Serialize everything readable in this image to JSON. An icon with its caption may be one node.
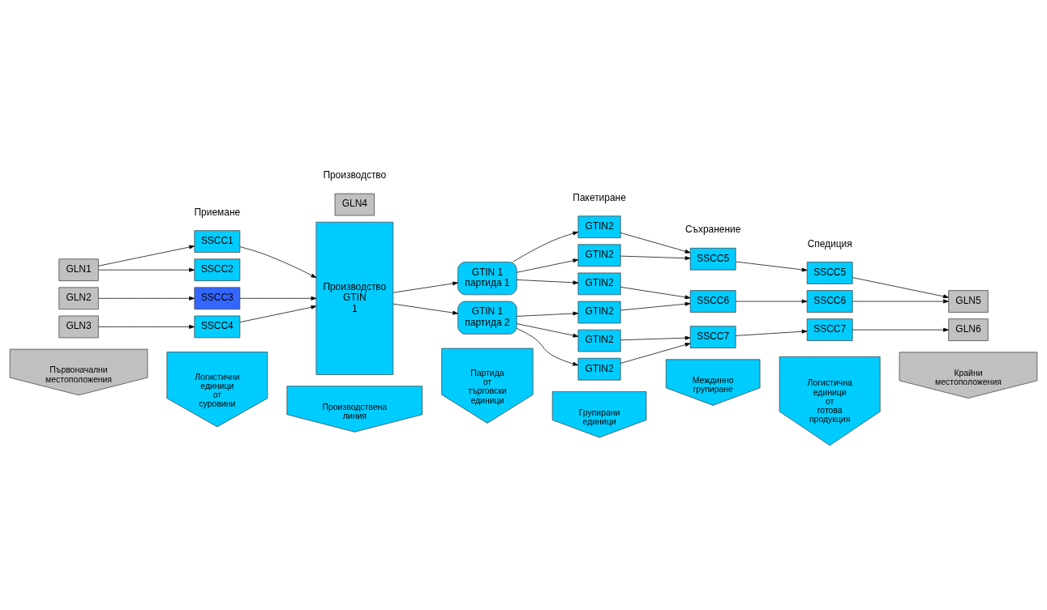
{
  "diagram": {
    "nodes": [
      {
        "text": [
          "GLN1"
        ]
      },
      {
        "text": [
          "SSCC1"
        ]
      },
      {
        "text": [
          "SSCC2"
        ]
      },
      {
        "text": [
          "GLN2"
        ]
      },
      {
        "text": [
          "SSCC3"
        ]
      },
      {
        "text": [
          "GLN3"
        ]
      },
      {
        "text": [
          "SSCC4"
        ]
      },
      {
        "text": [
          "GLN4"
        ]
      },
      {
        "text": [
          "Производство GTIN 1"
        ]
      },
      {
        "text": [
          "GTIN 1 партида 1"
        ]
      },
      {
        "text": [
          "GTIN 1 партида 2"
        ]
      },
      {
        "text": [
          "GTIN2"
        ]
      },
      {
        "text": [
          "GTIN2"
        ]
      },
      {
        "text": [
          "GTIN2"
        ]
      },
      {
        "text": [
          "GTIN2"
        ]
      },
      {
        "text": [
          "GTIN2"
        ]
      },
      {
        "text": [
          "GTIN2"
        ]
      },
      {
        "text": [
          "SSCC5"
        ]
      },
      {
        "text": [
          "SSCC6"
        ]
      },
      {
        "text": [
          "SSCC7"
        ]
      },
      {
        "text": [
          "SSCC5"
        ]
      },
      {
        "text": [
          "SSCC6"
        ]
      },
      {
        "text": [
          "SSCC7"
        ]
      },
      {
        "text": [
          "GLN5"
        ]
      },
      {
        "text": [
          "GLN6"
        ]
      },
      {
        "text": [
          "Първоначални местоположения"
        ]
      },
      {
        "text": [
          "Логистични единици от суровини"
        ]
      },
      {
        "text": [
          "Производствена линия"
        ]
      },
      {
        "text": [
          "Партида от търговски единици"
        ]
      },
      {
        "text": [
          "Групирани единици"
        ]
      },
      {
        "text": [
          "Междинно групиране"
        ]
      },
      {
        "text": [
          "Логистична единици от готова продукция"
        ]
      },
      {
        "text": [
          "Крайни местоположения"
        ]
      }
    ],
    "edges": [
      {
        "from": 0,
        "to": 1,
        "arrow": "to"
      },
      {
        "from": 0,
        "to": 2,
        "arrow": "to"
      },
      {
        "from": 3,
        "to": 4,
        "arrow": "to"
      },
      {
        "from": 5,
        "to": 6,
        "arrow": "to"
      },
      {
        "from": 1,
        "to": 8,
        "arrow": "to"
      },
      {
        "from": 4,
        "to": 8,
        "arrow": "to"
      },
      {
        "from": 6,
        "to": 8,
        "arrow": "to"
      },
      {
        "from": 8,
        "to": 9,
        "arrow": "to"
      },
      {
        "from": 8,
        "to": 10,
        "arrow": "to"
      },
      {
        "from": 9,
        "to": 11,
        "arrow": "to"
      },
      {
        "from": 9,
        "to": 12,
        "arrow": "to"
      },
      {
        "from": 9,
        "to": 13,
        "arrow": "to"
      },
      {
        "from": 10,
        "to": 14,
        "arrow": "to"
      },
      {
        "from": 10,
        "to": 15,
        "arrow": "to"
      },
      {
        "from": 10,
        "to": 16,
        "arrow": "to"
      },
      {
        "from": 11,
        "to": 17,
        "arrow": "to"
      },
      {
        "from": 12,
        "to": 17,
        "arrow": "to"
      },
      {
        "from": 13,
        "to": 18,
        "arrow": "to"
      },
      {
        "from": 14,
        "to": 18,
        "arrow": "to"
      },
      {
        "from": 15,
        "to": 19,
        "arrow": "to"
      },
      {
        "from": 16,
        "to": 19,
        "arrow": "to"
      },
      {
        "from": 17,
        "to": 20,
        "arrow": "to"
      },
      {
        "from": 18,
        "to": 21,
        "arrow": "to"
      },
      {
        "from": 19,
        "to": 22,
        "arrow": "to"
      },
      {
        "from": 20,
        "to": 23,
        "arrow": "to"
      },
      {
        "from": 21,
        "to": 23,
        "arrow": "to"
      },
      {
        "from": 22,
        "to": 24,
        "arrow": "to"
      }
    ],
    "labels": [
      "Приемане",
      "Производство",
      "Пакетиране",
      "Съхранение",
      "Спедиция"
    ]
  }
}
